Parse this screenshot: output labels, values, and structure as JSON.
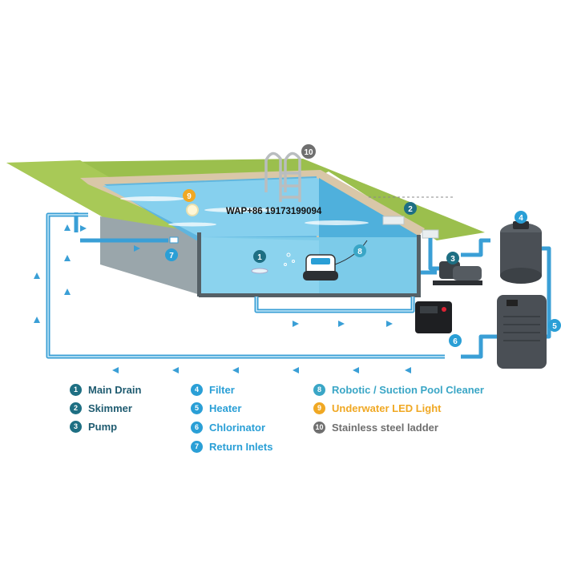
{
  "watermark": "WAP+86 19173199094",
  "callouts": [
    {
      "num": "1",
      "color": "#1e6f83"
    },
    {
      "num": "2",
      "color": "#1e6f83"
    },
    {
      "num": "3",
      "color": "#1e6f83"
    },
    {
      "num": "4",
      "color": "#2a9fd6"
    },
    {
      "num": "5",
      "color": "#2a9fd6"
    },
    {
      "num": "6",
      "color": "#2a9fd6"
    },
    {
      "num": "7",
      "color": "#2a9fd6"
    },
    {
      "num": "8",
      "color": "#3aa6c6"
    },
    {
      "num": "9",
      "color": "#f0a823"
    },
    {
      "num": "10",
      "color": "#6f6f6f"
    }
  ],
  "legend": [
    {
      "num": "1",
      "label": "Main Drain",
      "tone": "dark",
      "color": "#1e6f83"
    },
    {
      "num": "2",
      "label": "Skimmer",
      "tone": "dark",
      "color": "#1e6f83"
    },
    {
      "num": "3",
      "label": "Pump",
      "tone": "dark",
      "color": "#1e6f83"
    },
    {
      "num": "4",
      "label": "Filter",
      "tone": "blue",
      "color": "#2a9fd6"
    },
    {
      "num": "5",
      "label": "Heater",
      "tone": "blue",
      "color": "#2a9fd6"
    },
    {
      "num": "6",
      "label": "Chlorinator",
      "tone": "blue",
      "color": "#2a9fd6"
    },
    {
      "num": "7",
      "label": "Return Inlets",
      "tone": "blue",
      "color": "#2a9fd6"
    },
    {
      "num": "8",
      "label": "Robotic / Suction Pool Cleaner",
      "tone": "teal",
      "color": "#3aa6c6"
    },
    {
      "num": "9",
      "label": "Underwater LED Light",
      "tone": "orange",
      "color": "#f0a823"
    },
    {
      "num": "10",
      "label": "Stainless steel ladder",
      "tone": "gray",
      "color": "#6f6f6f"
    }
  ],
  "colors": {
    "grass": "#9bbf4d",
    "coping": "#d9c7a8",
    "water": "#7fcbe8",
    "pipe": "#3a9fd6",
    "wall": "#b7c6cc",
    "equipment": "#4a4f55"
  }
}
